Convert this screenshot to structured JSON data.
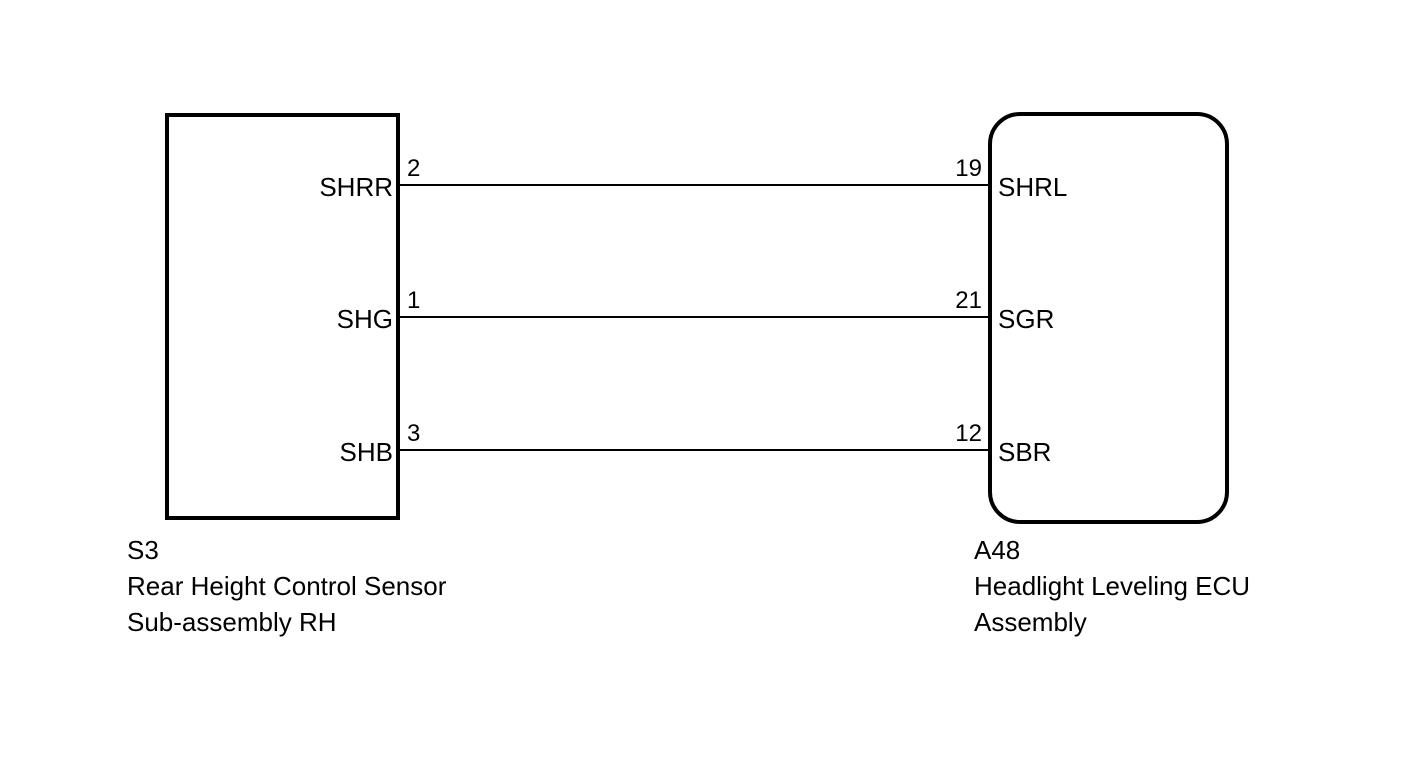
{
  "diagram": {
    "type": "wiring-diagram",
    "colors": {
      "line": "#000000",
      "background": "#ffffff",
      "text": "#000000"
    },
    "left_component": {
      "code": "S3",
      "name_line1": "Rear Height Control Sensor",
      "name_line2": "Sub-assembly RH",
      "pins": [
        {
          "label": "SHRR",
          "number": "2"
        },
        {
          "label": "SHG",
          "number": "1"
        },
        {
          "label": "SHB",
          "number": "3"
        }
      ]
    },
    "right_component": {
      "code": "A48",
      "name_line1": "Headlight Leveling ECU",
      "name_line2": "Assembly",
      "pins": [
        {
          "label": "SHRL",
          "number": "19"
        },
        {
          "label": "SGR",
          "number": "21"
        },
        {
          "label": "SBR",
          "number": "12"
        }
      ]
    },
    "wires": [
      {
        "from_pin": "SHRR",
        "from_number": "2",
        "to_pin": "SHRL",
        "to_number": "19"
      },
      {
        "from_pin": "SHG",
        "from_number": "1",
        "to_pin": "SGR",
        "to_number": "21"
      },
      {
        "from_pin": "SHB",
        "from_number": "3",
        "to_pin": "SBR",
        "to_number": "12"
      }
    ]
  }
}
